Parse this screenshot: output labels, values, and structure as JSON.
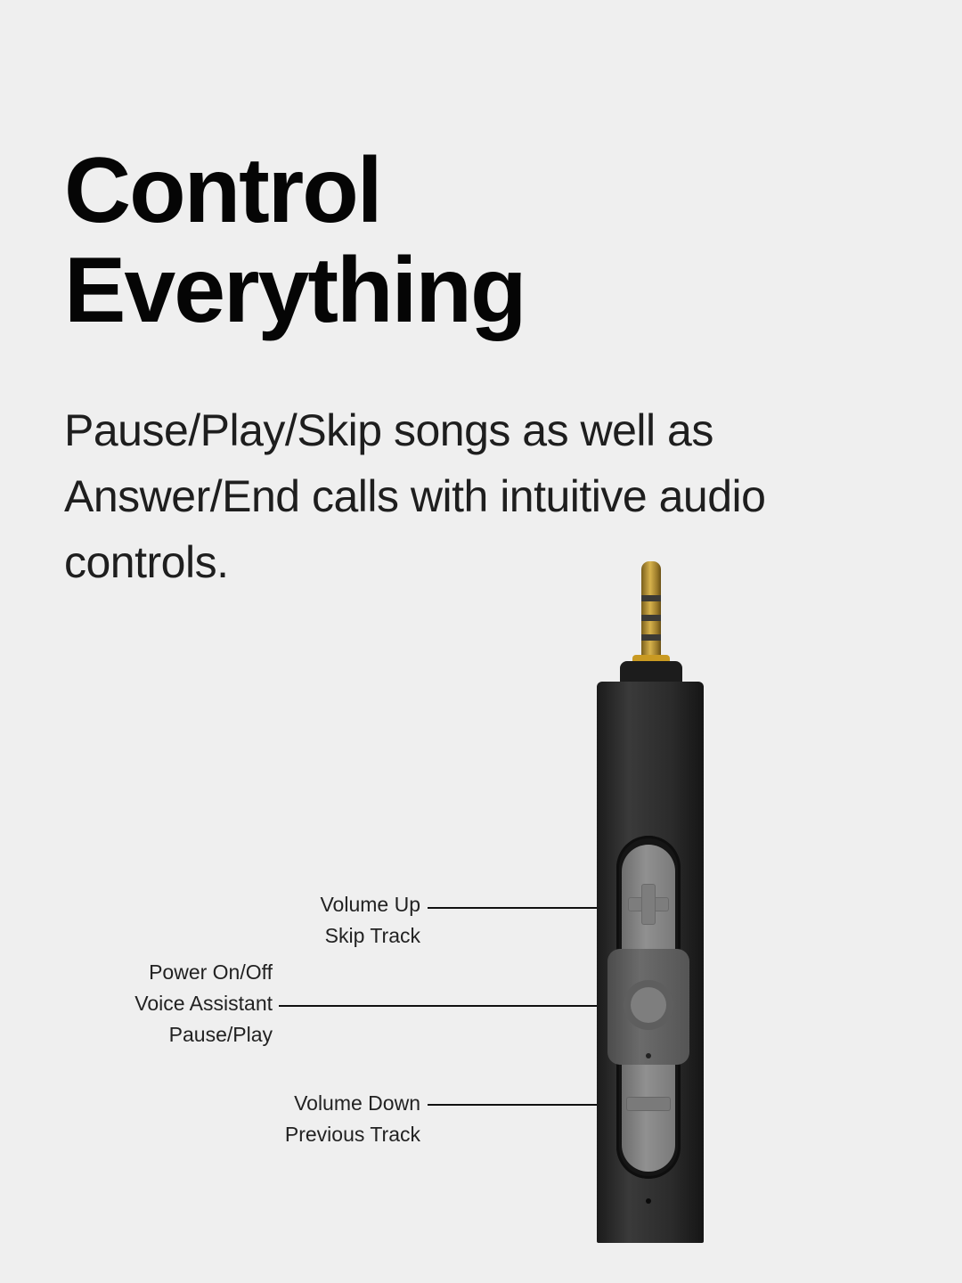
{
  "headline": {
    "line1": "Control",
    "line2": "Everything"
  },
  "description": "Pause/Play/Skip songs as well as Answer/End calls with intuitive audio controls.",
  "callouts": {
    "volume_up": {
      "line1": "Volume Up",
      "line2": "Skip Track"
    },
    "center": {
      "line1": "Power On/Off",
      "line2": "Voice Assistant",
      "line3": "Pause/Play"
    },
    "volume_down": {
      "line1": "Volume Down",
      "line2": "Previous Track"
    }
  },
  "colors": {
    "background": "#efefef",
    "text": "#111111",
    "device_body": "#2b2b2b",
    "button": "#858585",
    "plug_gold": "#d7b24c"
  }
}
